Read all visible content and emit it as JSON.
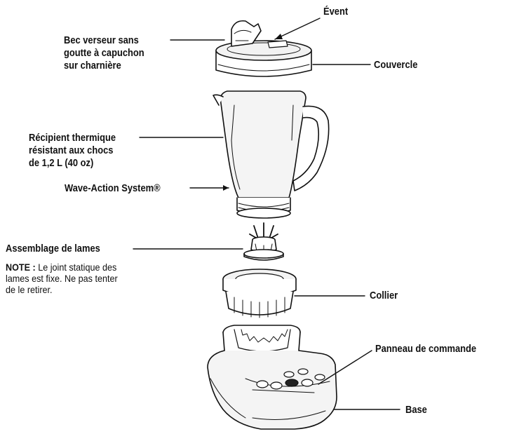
{
  "labels": {
    "event": "Évent",
    "spout": [
      "Bec verseur sans",
      "goutte à capuchon",
      "sur charnière"
    ],
    "lid": "Couvercle",
    "jar": [
      "Récipient thermique",
      "résistant aux chocs",
      "de 1,2 L (40 oz)"
    ],
    "wave": "Wave-Action System®",
    "blade": "Assemblage de lames",
    "note_head": "NOTE :",
    "note_lines": [
      "Le joint statique des",
      "lames est fixe. Ne pas tenter",
      "de le retirer."
    ],
    "collar": "Collier",
    "panel": "Panneau de commande",
    "base": "Base"
  },
  "colors": {
    "ink": "#111111",
    "paper": "#ffffff",
    "shade": "#e6e6e6"
  }
}
